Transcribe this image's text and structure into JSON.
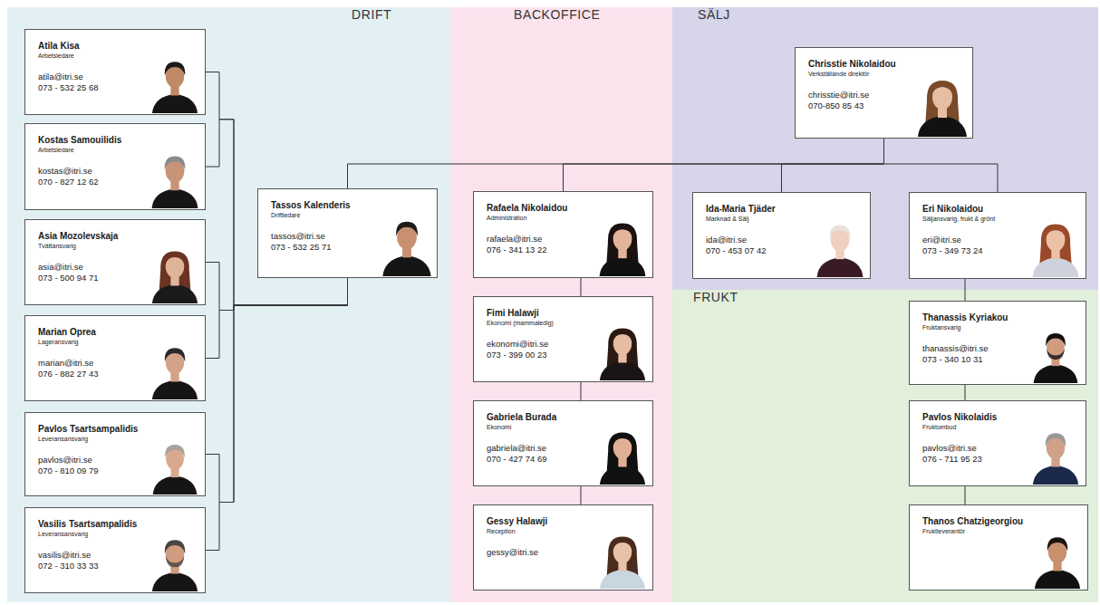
{
  "diagram": {
    "nodes": [
      {
        "text": [
          "DRIFT"
        ]
      },
      {
        "text": [
          "Atila Kisa",
          "Arbetsledare",
          "atila@itri.se",
          "073 - 532 25 68"
        ],
        "in": 0
      },
      {
        "text": [
          "Kostas Samouilidis",
          "Arbetsledare",
          "kostas@itri.se",
          "070 - 827 12 62"
        ],
        "in": 0
      },
      {
        "text": [
          "Asia Mozolevskaja",
          "Tvättansvarig",
          "asia@itri.se",
          "073 - 500 94 71"
        ],
        "in": 0
      },
      {
        "text": [
          "Marian Oprea",
          "Lageransvarig",
          "marian@itri.se",
          "076 - 882 27 43"
        ],
        "in": 0
      },
      {
        "text": [
          "Pavlos Tsartsampalidis",
          "Leveransansvarig",
          "pavlos@itri.se",
          "070 - 810 09 79"
        ],
        "in": 0
      },
      {
        "text": [
          "Vasilis Tsartsampalidis",
          "Leveransansvarig",
          "vasilis@itri.se",
          "072 - 310 33 33"
        ],
        "in": 0
      },
      {
        "text": [
          "Tassos Kalenderis",
          "Driftledare",
          "tassos@itri.se",
          "073 - 532 25 71"
        ],
        "in": 0
      },
      {
        "text": [
          "BACKOFFICE"
        ]
      },
      {
        "text": [
          "Rafaela Nikolaidou",
          "Administration",
          "rafaela@itri.se",
          "076 - 341 13 22"
        ],
        "in": 8
      },
      {
        "text": [
          "Fimi Halawji",
          "Ekonomi (mammaledig)",
          "ekonomi@itri.se",
          "073 - 399 00 23"
        ],
        "in": 8
      },
      {
        "text": [
          "Gabriela Burada",
          "Ekonomi",
          "gabriela@itri.se",
          "070 - 427 74 69"
        ],
        "in": 8
      },
      {
        "text": [
          "Gessy Halawji",
          "Reception",
          "gessy@itri.se"
        ],
        "in": 8
      },
      {
        "text": [
          "SÄLJ"
        ]
      },
      {
        "text": [
          "Chrisstie Nikolaidou",
          "Verkställande direktör",
          "chrisstie@itri.se",
          "070-850 85 43"
        ],
        "in": 13
      },
      {
        "text": [
          "Ida-Maria Tjäder",
          "Marknad & Sälj",
          "ida@itri.se",
          "070 - 453 07 42"
        ],
        "in": 13
      },
      {
        "text": [
          "Eri Nikolaidou",
          "Säljansvarig, frukt & grönt",
          "eri@itri.se",
          "073 - 349 73 24"
        ],
        "in": 13
      },
      {
        "text": [
          "FRUKT"
        ]
      },
      {
        "text": [
          "Thanassis Kyriakou",
          "Fruktansvarig",
          "thanassis@itri.se",
          "073 - 340 10 31"
        ],
        "in": 17
      },
      {
        "text": [
          "Pavlos Nikolaidis",
          "Fruktombud",
          "pavlos@itri.se",
          "076 - 711 95 23"
        ],
        "in": 17
      },
      {
        "text": [
          "Thanos Chatzigeorgiou",
          "Fruktleverantör"
        ],
        "in": 17
      }
    ],
    "edges": [
      {
        "from": 14,
        "to": 7,
        "arrow": "none"
      },
      {
        "from": 14,
        "to": 9,
        "arrow": "none"
      },
      {
        "from": 14,
        "to": 15,
        "arrow": "none"
      },
      {
        "from": 14,
        "to": 16,
        "arrow": "none"
      },
      {
        "from": 7,
        "to": 1,
        "arrow": "none"
      },
      {
        "from": 7,
        "to": 2,
        "arrow": "none"
      },
      {
        "from": 7,
        "to": 3,
        "arrow": "none"
      },
      {
        "from": 7,
        "to": 4,
        "arrow": "none"
      },
      {
        "from": 7,
        "to": 5,
        "arrow": "none"
      },
      {
        "from": 7,
        "to": 6,
        "arrow": "none"
      },
      {
        "from": 9,
        "to": 10,
        "arrow": "none"
      },
      {
        "from": 10,
        "to": 11,
        "arrow": "none"
      },
      {
        "from": 11,
        "to": 12,
        "arrow": "none"
      },
      {
        "from": 16,
        "to": 18,
        "arrow": "none"
      },
      {
        "from": 18,
        "to": 19,
        "arrow": "none"
      },
      {
        "from": 19,
        "to": 20,
        "arrow": "none"
      }
    ]
  }
}
